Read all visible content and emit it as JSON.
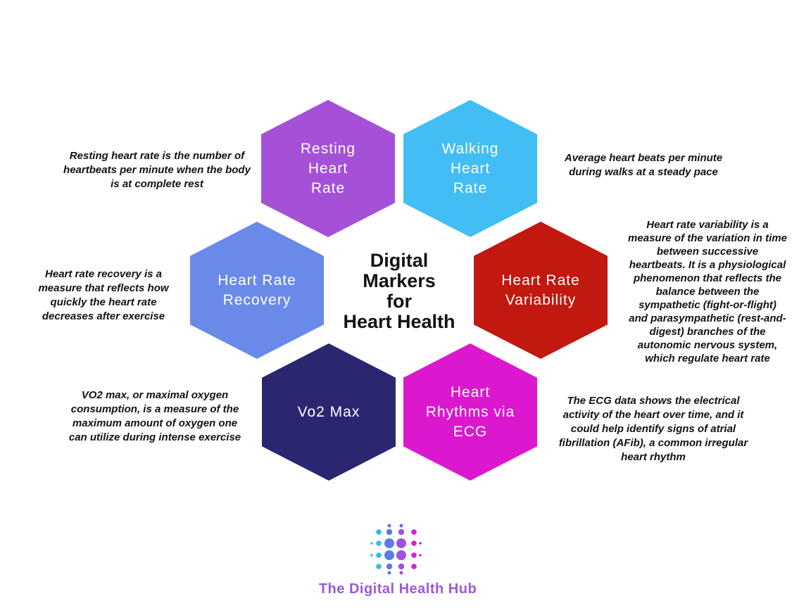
{
  "title": {
    "text": "Digital\nMarkers\nfor\nHeart Health"
  },
  "hexagons": [
    {
      "id": "resting-heart-rate",
      "label": "Resting\nHeart\nRate",
      "color": "#a451d8",
      "description": "Resting heart rate  is the number of\nheartbeats per minute when the body\nis at complete rest"
    },
    {
      "id": "walking-heart-rate",
      "label": "Walking\nHeart\nRate",
      "color": "#42bef5",
      "description": "Average heart beats per minute\nduring walks at a steady pace"
    },
    {
      "id": "heart-rate-recovery",
      "label": "Heart Rate\nRecovery",
      "color": "#6a8aea",
      "description": "Heart rate recovery is a\nmeasure that reflects how\nquickly the heart rate\ndecreases after exercise"
    },
    {
      "id": "heart-rate-variability",
      "label": "Heart Rate\nVariability",
      "color": "#c1180f",
      "description": "Heart rate variability is a\nmeasure of the variation in time\nbetween successive\nheartbeats. It is a physiological\nphenomenon that reflects the\nbalance between the\nsympathetic (fight-or-flight)\nand parasympathetic (rest-and-\ndigest) branches of the\nautonomic nervous system,\nwhich regulate heart rate"
    },
    {
      "id": "vo2-max",
      "label": "Vo2 Max",
      "color": "#2b2670",
      "description": "VO2 max, or maximal oxygen\nconsumption, is a measure of the\nmaximum amount of oxygen one\ncan utilize during intense exercise"
    },
    {
      "id": "heart-rhythms-via-ecg",
      "label": "Heart\nRhythms via\nECG",
      "color": "#dc18ce",
      "description": "The ECG data shows the electrical\nactivity of the heart over time, and it\ncould help identify signs of atrial\nfibrillation (AFib), a common irregular\nheart rhythm"
    }
  ],
  "footer": {
    "brand_name": "The Digital Health Hub",
    "brand_text_color": "#9b59db",
    "logo_dot_colors": {
      "cyan": "#2cbdee",
      "blue": "#5b7be6",
      "purple": "#9c52e2",
      "magenta": "#d81ed0"
    }
  }
}
